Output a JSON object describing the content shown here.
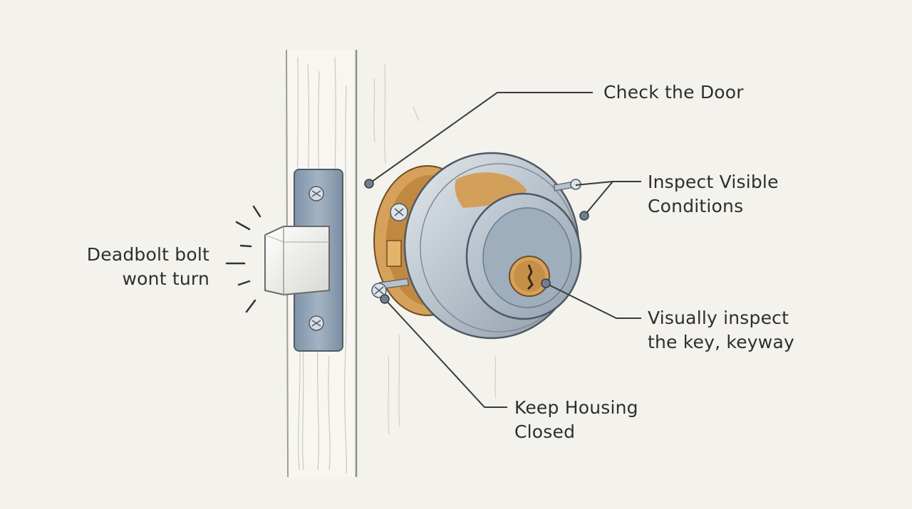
{
  "labels": {
    "check_door": "Check the Door",
    "inspect_visible": [
      "Inspect Visible",
      "Conditions"
    ],
    "deadbolt": [
      "Deadbolt bolt",
      "wont turn"
    ],
    "visually_inspect": [
      "Visually inspect",
      "the key, keyway"
    ],
    "keep_housing": [
      "Keep Housing",
      "Closed"
    ]
  },
  "colors": {
    "background": "#f3f2ed",
    "brass": "#d49a4e",
    "chrome": "#b9c3cc",
    "faceplate": "#8a9cb0",
    "line": "#3a3a3a"
  }
}
